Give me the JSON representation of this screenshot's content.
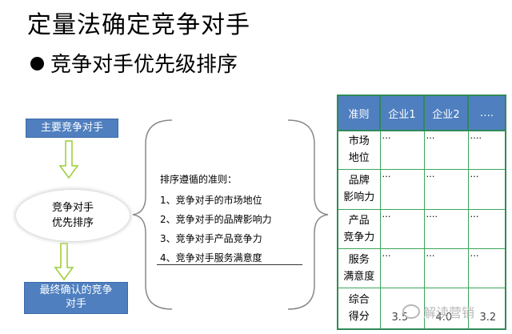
{
  "title": "定量法确定竞争对手",
  "subtitle": "竞争对手优先级排序",
  "flow": {
    "top_box": "主要竞争对手",
    "ellipse_line1": "竞争对手",
    "ellipse_line2": "优先排序",
    "bottom_line1": "最终确认的竞争",
    "bottom_line2": "对手"
  },
  "criteria": {
    "heading": "排序遵循的准则：",
    "items": [
      "1、竞争对手的市场地位",
      "2、竞争对手的品牌影响力",
      "3、竞争对手产品竞争力",
      "4、竞争对手服务满意度"
    ]
  },
  "table": {
    "headers": [
      "准则",
      "企业1",
      "企业2",
      "…."
    ],
    "rows": [
      {
        "label1": "市场",
        "label2": "地位",
        "cells": [
          "…",
          "…",
          "…."
        ]
      },
      {
        "label1": "品牌",
        "label2": "影响力",
        "cells": [
          "…",
          "…",
          "…"
        ]
      },
      {
        "label1": "产品",
        "label2": "竞争力",
        "cells": [
          "…",
          "….",
          "…"
        ]
      },
      {
        "label1": "服务",
        "label2": "满意度",
        "cells": [
          "…",
          "…",
          "…"
        ]
      },
      {
        "label1": "综合",
        "label2": "得分",
        "cells": [
          "3.5",
          "4.0",
          "3.2"
        ]
      }
    ]
  },
  "watermark": "解读营销",
  "colors": {
    "box_blue": "#4f7fbf",
    "table_border": "#2e8b57",
    "arrow_green": "#9acd32"
  }
}
